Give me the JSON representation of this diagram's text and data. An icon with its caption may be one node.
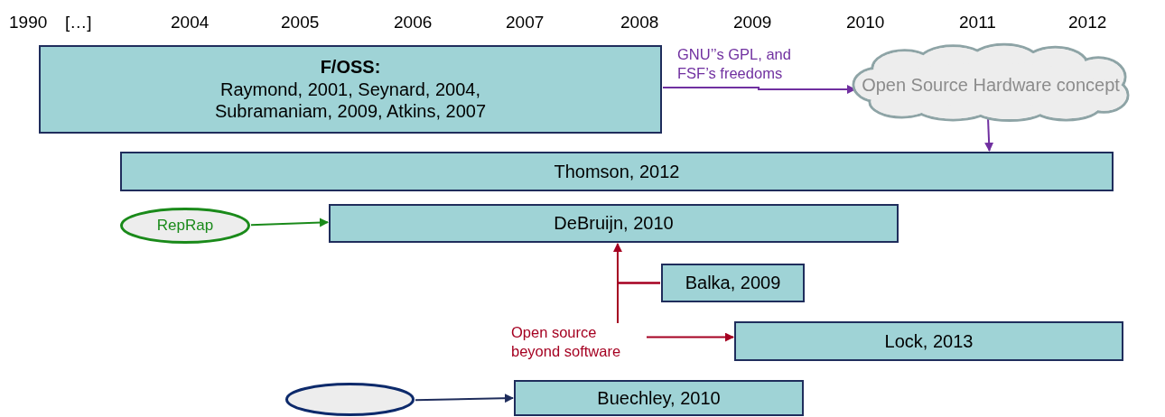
{
  "diagram": {
    "nodes": [
      {
        "text": [
          "F/OSS:",
          "Raymond, 2001, Seynard, 2004, Subramaniam, 2009, Atkins, 2007"
        ]
      },
      {
        "text": [
          "Open Source Hardware concept"
        ]
      },
      {
        "text": [
          "Thomson, 2012"
        ]
      },
      {
        "text": [
          "RepRap"
        ]
      },
      {
        "text": [
          "DeBruijn, 2010"
        ]
      },
      {
        "text": [
          "Balka, 2009"
        ]
      },
      {
        "text": [
          "Lock, 2013"
        ]
      },
      {
        "text": [],
        "shape": "ellipse"
      },
      {
        "text": [
          "Buechley, 2010"
        ]
      }
    ],
    "edges": [
      {
        "from": 0,
        "to": 1,
        "arrow": "to",
        "label": "GNU’’s GPL, and FSF’s freedoms",
        "color": "#7030a0"
      },
      {
        "from": 1,
        "to": 2,
        "arrow": "to",
        "color": "#7030a0"
      },
      {
        "from": 3,
        "to": 4,
        "arrow": "to",
        "color": "#1a8a1a"
      },
      {
        "from": 5,
        "to": 4,
        "arrow": "to",
        "color": "#a50021"
      },
      {
        "from": 5,
        "to": 6,
        "arrow": "to",
        "color": "#a50021",
        "label": "Open source beyond software"
      },
      {
        "from": 7,
        "to": 8,
        "arrow": "to"
      }
    ],
    "labels": [
      "1990",
      "[…]",
      "2004",
      "2005",
      "2006",
      "2007",
      "2008",
      "2009",
      "2010",
      "2011",
      "2012"
    ]
  }
}
